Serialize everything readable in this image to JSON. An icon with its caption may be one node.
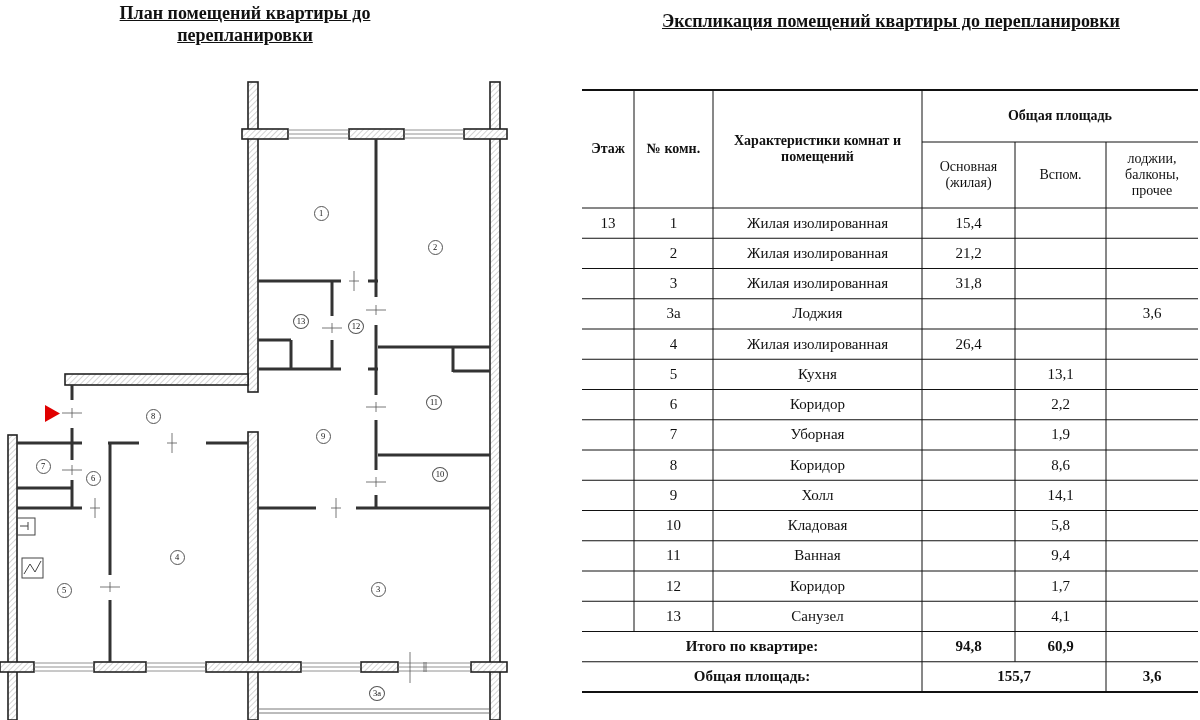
{
  "diagram": {
    "title": "План помещений квартиры до перепланировки",
    "nodes": [
      {
        "text": [
          "1"
        ]
      },
      {
        "text": [
          "2"
        ]
      },
      {
        "text": [
          "13"
        ]
      },
      {
        "text": [
          "12"
        ]
      },
      {
        "text": [
          "11"
        ]
      },
      {
        "text": [
          "8"
        ]
      },
      {
        "text": [
          "9"
        ]
      },
      {
        "text": [
          "7"
        ]
      },
      {
        "text": [
          "6"
        ]
      },
      {
        "text": [
          "10"
        ]
      },
      {
        "text": [
          "4"
        ]
      },
      {
        "text": [
          "5"
        ]
      },
      {
        "text": [
          "3"
        ]
      },
      {
        "text": [
          "3а"
        ]
      }
    ],
    "labels": [
      "Экспликация помещений квартиры до перепланировки",
      "Этаж",
      "№ комн.",
      "Характеристики комнат и помещений",
      "Общая площадь",
      "Основная (жилая)",
      "Вспом.",
      "лоджии, балконы, прочее",
      "13",
      "1",
      "Жилая изолированная",
      "15,4",
      "2",
      "Жилая изолированная",
      "21,2",
      "3",
      "Жилая изолированная",
      "31,8",
      "3а",
      "Лоджия",
      "3,6",
      "4",
      "Жилая изолированная",
      "26,4",
      "5",
      "Кухня",
      "13,1",
      "6",
      "Коридор",
      "2,2",
      "7",
      "Уборная",
      "1,9",
      "8",
      "Коридор",
      "8,6",
      "9",
      "Холл",
      "14,1",
      "10",
      "Кладовая",
      "5,8",
      "11",
      "Ванная",
      "9,4",
      "12",
      "Коридор",
      "1,7",
      "13",
      "Санузел",
      "4,1",
      "Итого по квартире:",
      "94,8",
      "60,9",
      "Общая площадь:",
      "155,7",
      "3,6"
    ]
  }
}
